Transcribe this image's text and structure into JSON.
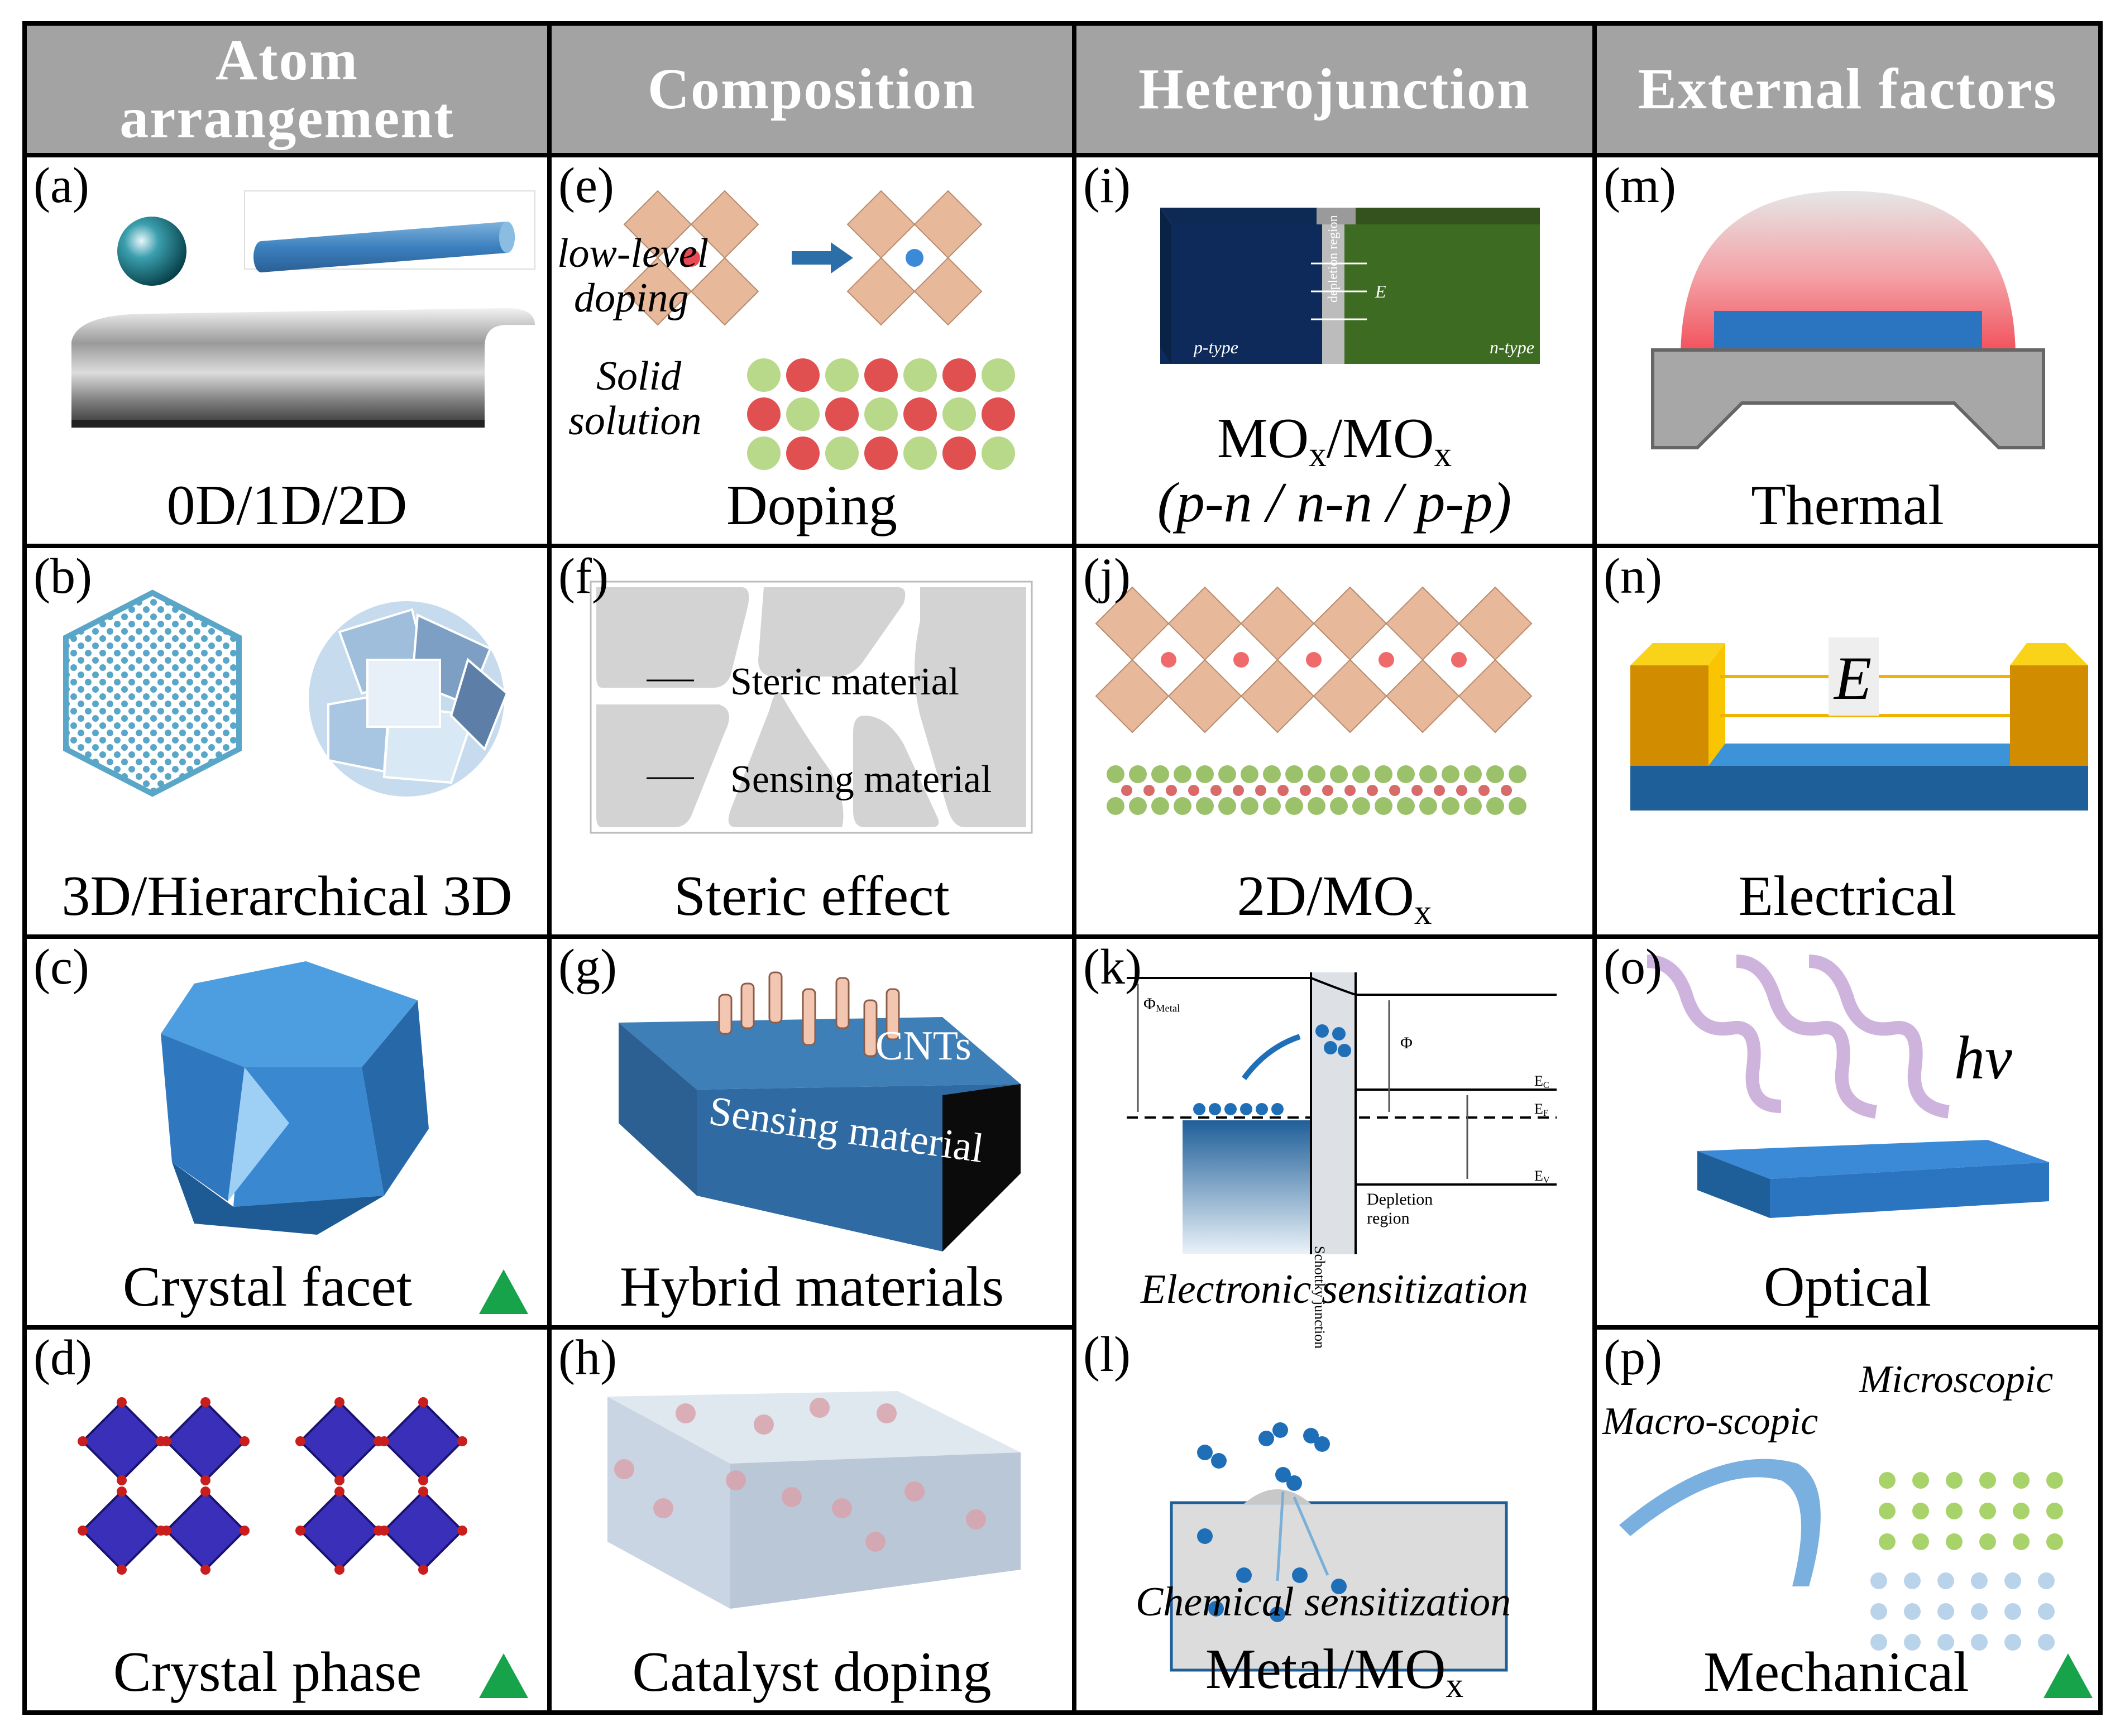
{
  "headers": [
    "Atom\narrangement",
    "Composition",
    "Heterojunction",
    "External factors"
  ],
  "columns": [
    {
      "cells": [
        {
          "label": "(a)",
          "caption": "0D/1D/2D"
        },
        {
          "label": "(b)",
          "caption": "3D/Hierarchical 3D"
        },
        {
          "label": "(c)",
          "caption": "Crystal facet"
        },
        {
          "label": "(d)",
          "caption": "Crystal phase"
        }
      ]
    },
    {
      "cells": [
        {
          "label": "(e)",
          "caption": "Doping",
          "texts": [
            "low-level",
            "doping",
            "Solid",
            "solution"
          ]
        },
        {
          "label": "(f)",
          "caption": "Steric effect",
          "texts": [
            "Steric material",
            "Sensing material"
          ]
        },
        {
          "label": "(g)",
          "caption": "Hybrid materials",
          "texts": [
            "CNTs",
            "Sensing material"
          ]
        },
        {
          "label": "(h)",
          "caption": "Catalyst doping"
        }
      ]
    },
    {
      "cells": [
        {
          "label": "(i)",
          "caption_main": "MO",
          "caption_sub": "x",
          "caption_sep": "/MO",
          "caption_sub2": "x",
          "caption_line2": "(p-n / n-n / p-p)",
          "texts": [
            "p-type",
            "n-type",
            "depletion region",
            "E"
          ]
        },
        {
          "label": "(j)",
          "caption_main": "2D/MO",
          "caption_sub": "x"
        },
        {
          "label": "(k)",
          "caption": "Electronic sensitization",
          "texts": [
            "Φ",
            "Metal",
            "Φ",
            "E",
            "C",
            "E",
            "F",
            "E",
            "V",
            "Schottky junction",
            "Depletion",
            "region"
          ]
        },
        {
          "label": "(l)",
          "caption": "Chemical sensitization",
          "caption2_main": "Metal/MO",
          "caption2_sub": "x"
        }
      ]
    },
    {
      "cells": [
        {
          "label": "(m)",
          "caption": "Thermal"
        },
        {
          "label": "(n)",
          "caption": "Electrical",
          "texts": [
            "E"
          ]
        },
        {
          "label": "(o)",
          "caption": "Optical",
          "texts": [
            "hv"
          ]
        },
        {
          "label": "(p)",
          "caption": "Mechanical",
          "texts": [
            "Microscopic",
            "Macro-scopic"
          ]
        }
      ]
    }
  ],
  "colors": {
    "header_bg": "#a3a3a3",
    "triangle": "#17a34a",
    "blue": "#1f5f99",
    "teal": "#0b5f6b"
  }
}
